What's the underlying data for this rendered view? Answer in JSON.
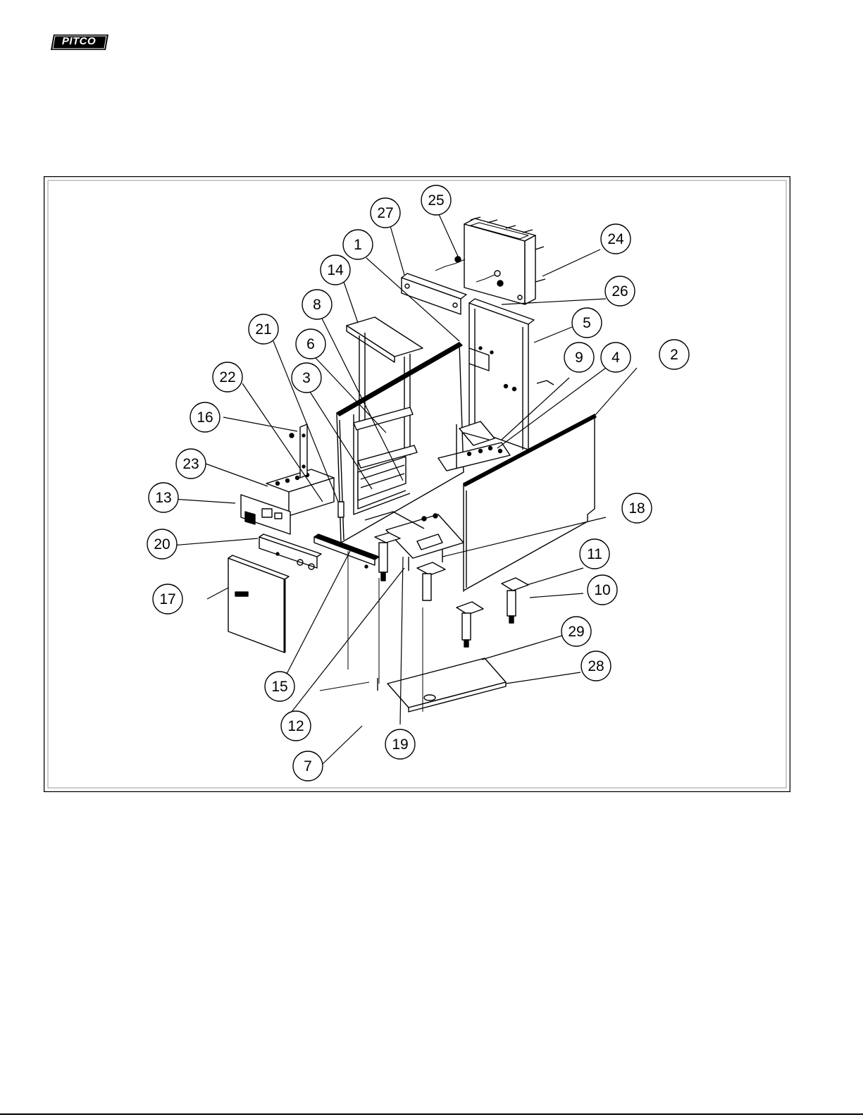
{
  "header": {
    "logo_text": "PITCO"
  },
  "diagram": {
    "colors": {
      "ink": "#000000",
      "paper": "#ffffff",
      "frame_inner": "#999999"
    },
    "callouts": [
      "1",
      "2",
      "3",
      "4",
      "5",
      "6",
      "7",
      "8",
      "9",
      "10",
      "11",
      "12",
      "13",
      "14",
      "15",
      "16",
      "17",
      "18",
      "19",
      "20",
      "21",
      "22",
      "23",
      "24",
      "25",
      "26",
      "27",
      "28",
      "29"
    ]
  }
}
